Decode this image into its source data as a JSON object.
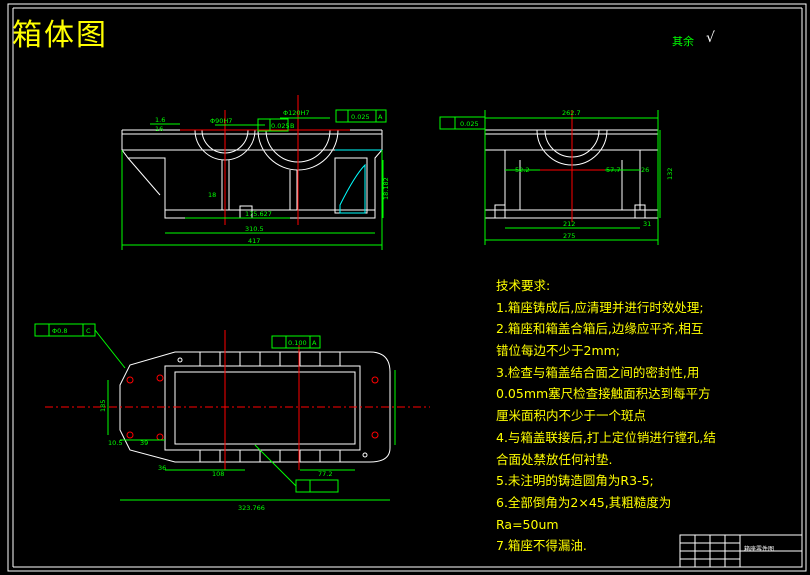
{
  "drawing": {
    "title": "箱体图",
    "roughness_note": "其余",
    "roughness_symbol": "√",
    "colors": {
      "background": "#000000",
      "outline": "#ffffff",
      "dimensions": "#00ff00",
      "centerlines": "#ff0000",
      "hatch": "#00ffff",
      "text": "#ffff00"
    }
  },
  "front_view": {
    "dims": [
      "417",
      "310.5",
      "175.627",
      "Φ120H7",
      "Φ90H7",
      "0.025",
      "B",
      "0.025",
      "A",
      "1.6",
      "16",
      "18.182",
      "18"
    ]
  },
  "side_view": {
    "dims": [
      "262.7",
      "275",
      "212",
      "31",
      "52.2",
      "57.7",
      "26",
      "132",
      "0.025"
    ]
  },
  "top_view": {
    "dims": [
      "323.766",
      "108",
      "77.2",
      "39",
      "10.5",
      "36",
      "185",
      "0.100",
      "A",
      "Φ0.8",
      "C"
    ]
  },
  "technical_requirements": {
    "heading": "技术要求:",
    "lines": [
      "1.箱座铸成后,应清理并进行时效处理;",
      "2.箱座和箱盖合箱后,边缘应平齐,相互",
      "错位每边不少于2mm;",
      "3.检查与箱盖结合面之间的密封性,用",
      "0.05mm塞尺检查接触面积达到每平方",
      "厘米面积内不少于一个斑点",
      "4.与箱盖联接后,打上定位销进行镗孔,结",
      "合面处禁放任何衬垫.",
      "5.未注明的铸造圆角为R3-5;",
      "6.全部倒角为2×45,其粗糙度为",
      "Ra=50um",
      "7.箱座不得漏油."
    ]
  },
  "title_block": {
    "name": "箱座零件图"
  }
}
